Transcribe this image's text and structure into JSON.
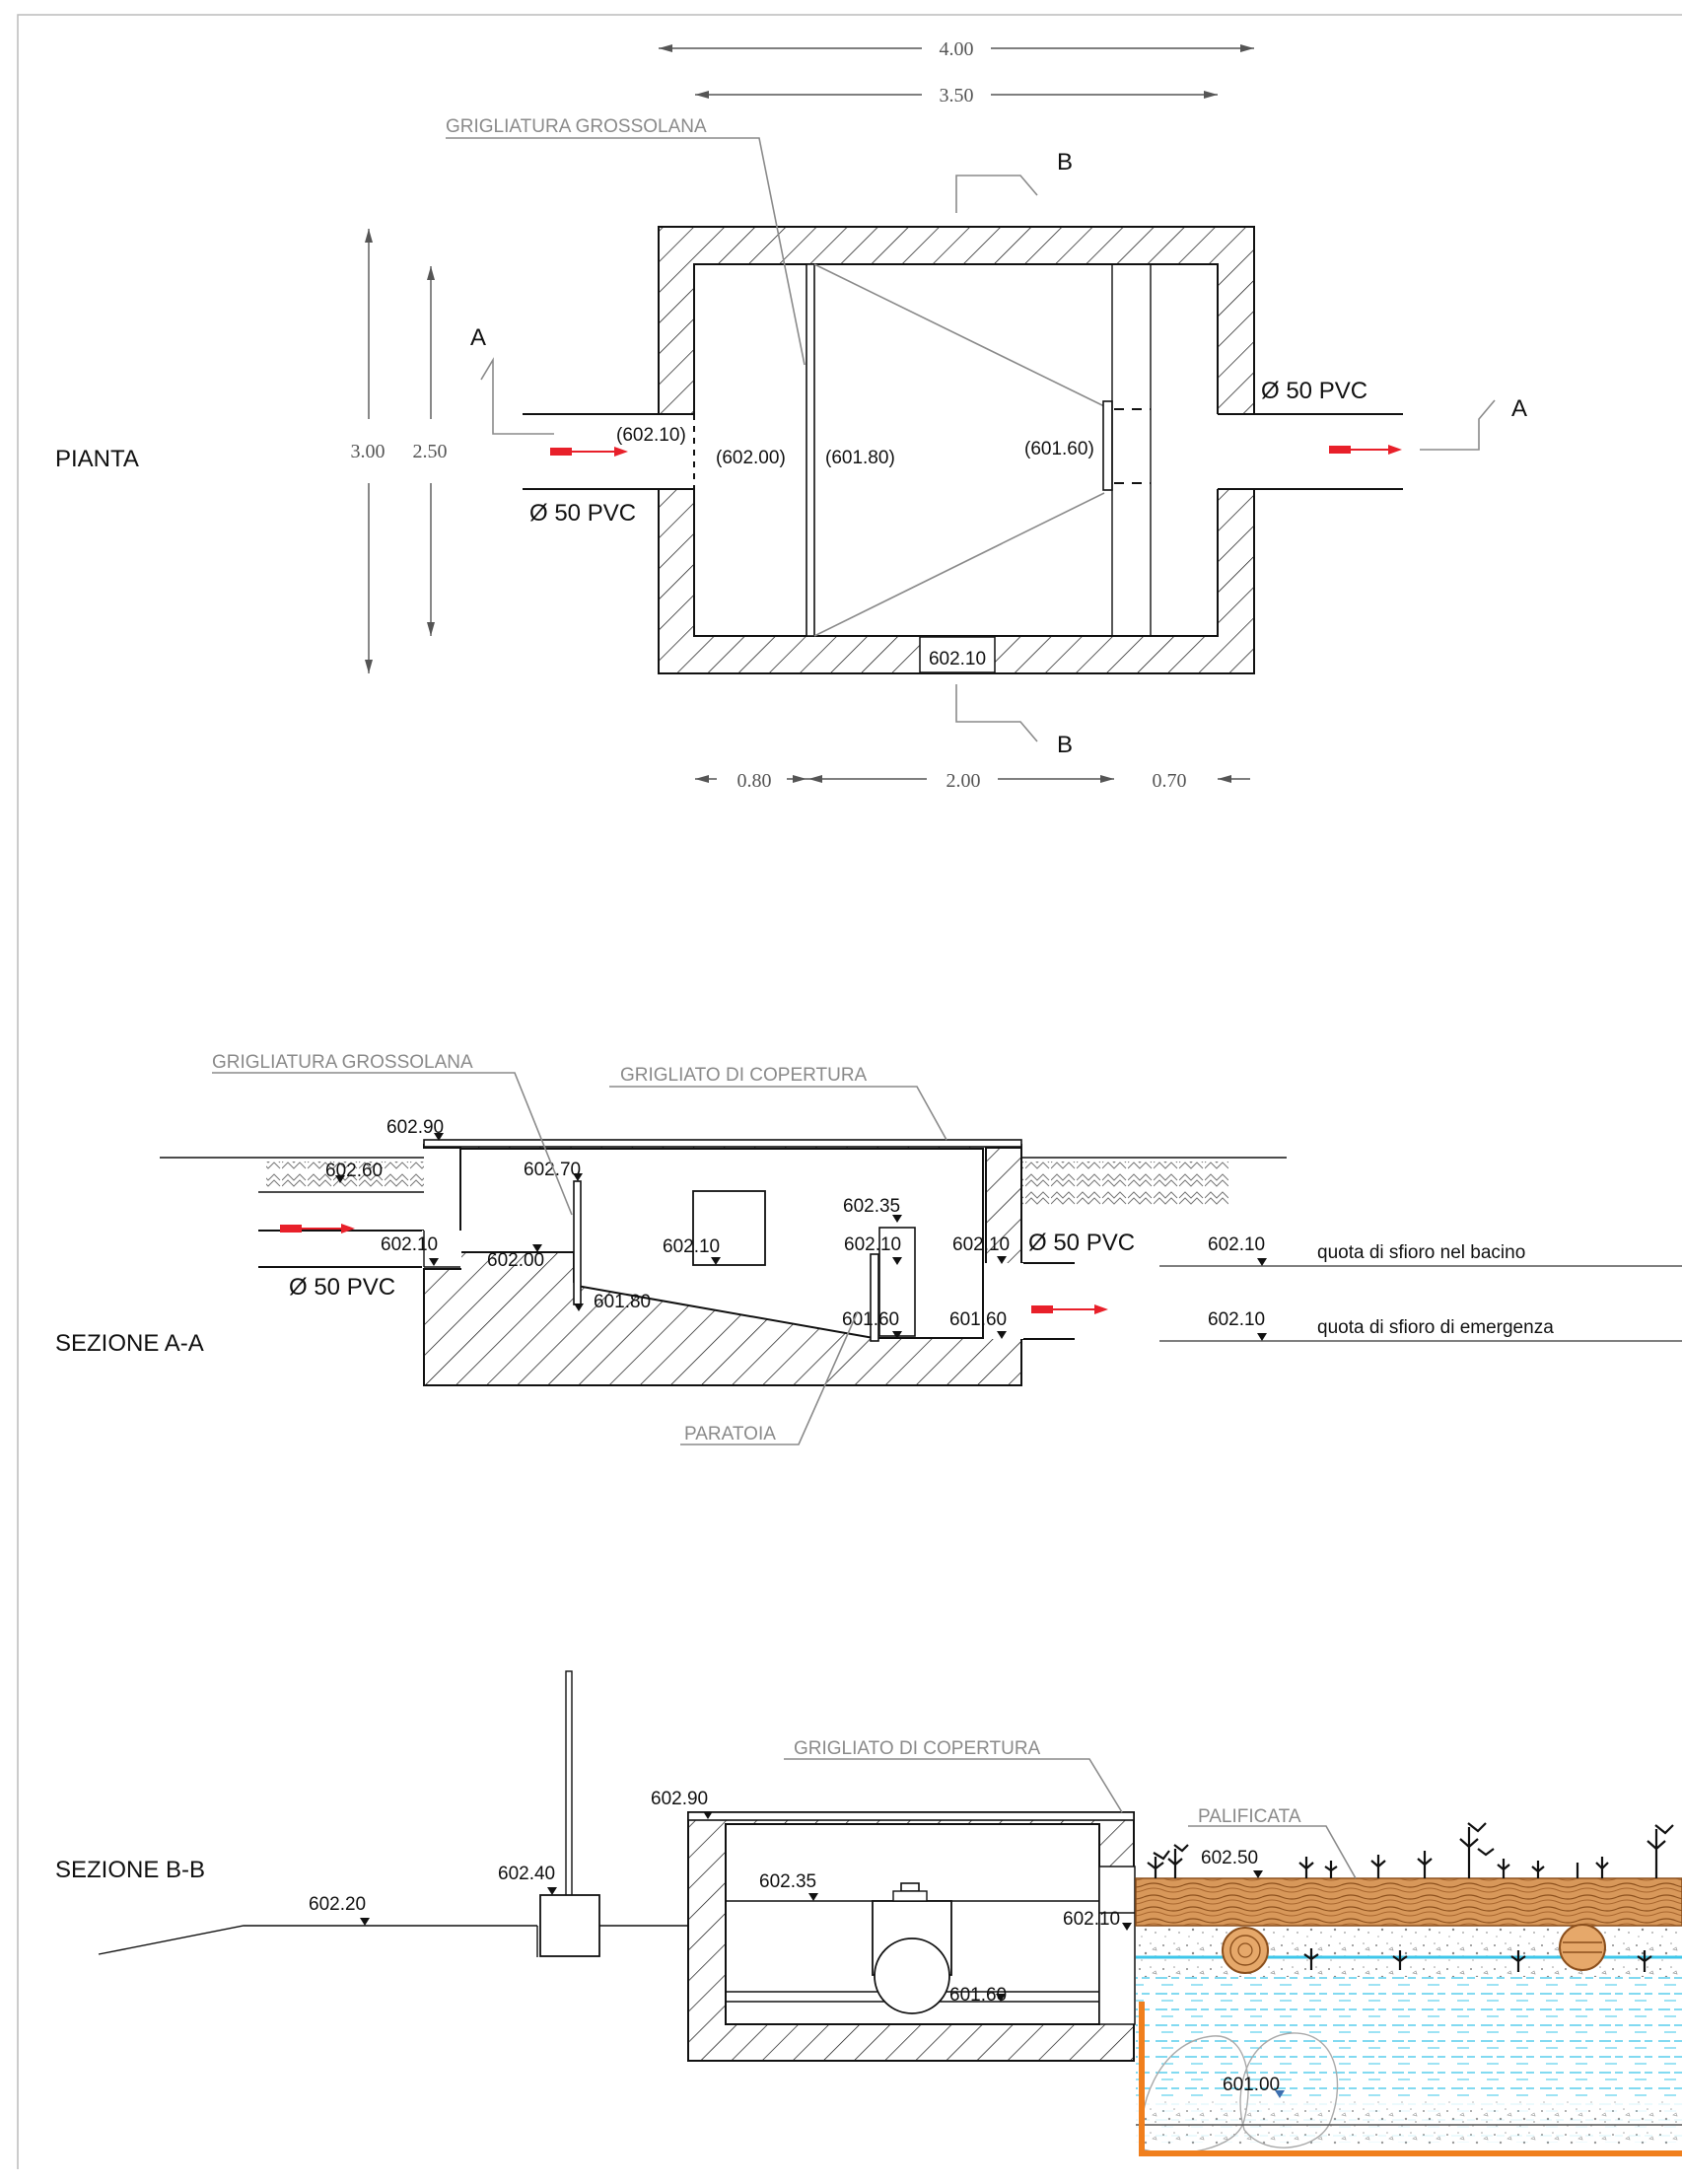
{
  "plan": {
    "label": "PIANTA",
    "dim_top_outer": "4.00",
    "dim_top_inner": "3.50",
    "dim_left_outer": "3.00",
    "dim_left_inner": "2.50",
    "dim_bottom_left": "0.80",
    "dim_bottom_mid": "2.00",
    "dim_bottom_right": "0.70",
    "grate_label": "GRIGLIATURA GROSSOLANA",
    "section_b": "B",
    "section_a": "A",
    "pipe_in_label": "Ø 50 PVC",
    "pipe_out_label": "Ø 50 PVC",
    "lvl_inlet": "(602.10)",
    "lvl_chamber1": "(602.00)",
    "lvl_chamber2": "(601.80)",
    "lvl_gate": "(601.60)",
    "lvl_weir": "602.10"
  },
  "section_aa": {
    "label": "SEZIONE A-A",
    "grate_label": "GRIGLIATURA GROSSOLANA",
    "cover_label": "GRIGLIATO DI COPERTURA",
    "gate_label": "PARATOIA",
    "pipe_in_label": "Ø 50 PVC",
    "pipe_out_label": "Ø 50 PVC",
    "lvl_top": "602.90",
    "lvl_ground": "602.60",
    "lvl_grate_top": "602.70",
    "lvl_inlet": "602.10",
    "lvl_chamber1": "602.00",
    "lvl_floor_low": "601.80",
    "lvl_opening": "602.10",
    "lvl_gate_top": "602.35",
    "lvl_gate_mid": "602.10",
    "lvl_gate_bottom": "601.60",
    "lvl_outlet_top": "602.10",
    "lvl_outlet": "601.60"
  },
  "legend": {
    "row1_level": "602.10",
    "row1_text": "quota di sfioro nel bacino",
    "row2_level": "602.10",
    "row2_text": "quota di sfioro di emergenza"
  },
  "section_bb": {
    "label": "SEZIONE B-B",
    "cover_label": "GRIGLIATO DI COPERTURA",
    "palisade_label": "PALIFICATA",
    "lvl_ground_left": "602.20",
    "lvl_post": "602.40",
    "lvl_top": "602.90",
    "lvl_inner": "602.35",
    "lvl_weir": "602.10",
    "lvl_bottom": "601.60",
    "lvl_bank": "602.50",
    "lvl_basin_bottom": "601.00"
  },
  "colors": {
    "arrow": "#e8202a",
    "water": "#3ec7ea",
    "liner": "#f07f1d",
    "wood": "#c07a3a",
    "line": "#111111",
    "label_gray": "#8a8a8a"
  }
}
